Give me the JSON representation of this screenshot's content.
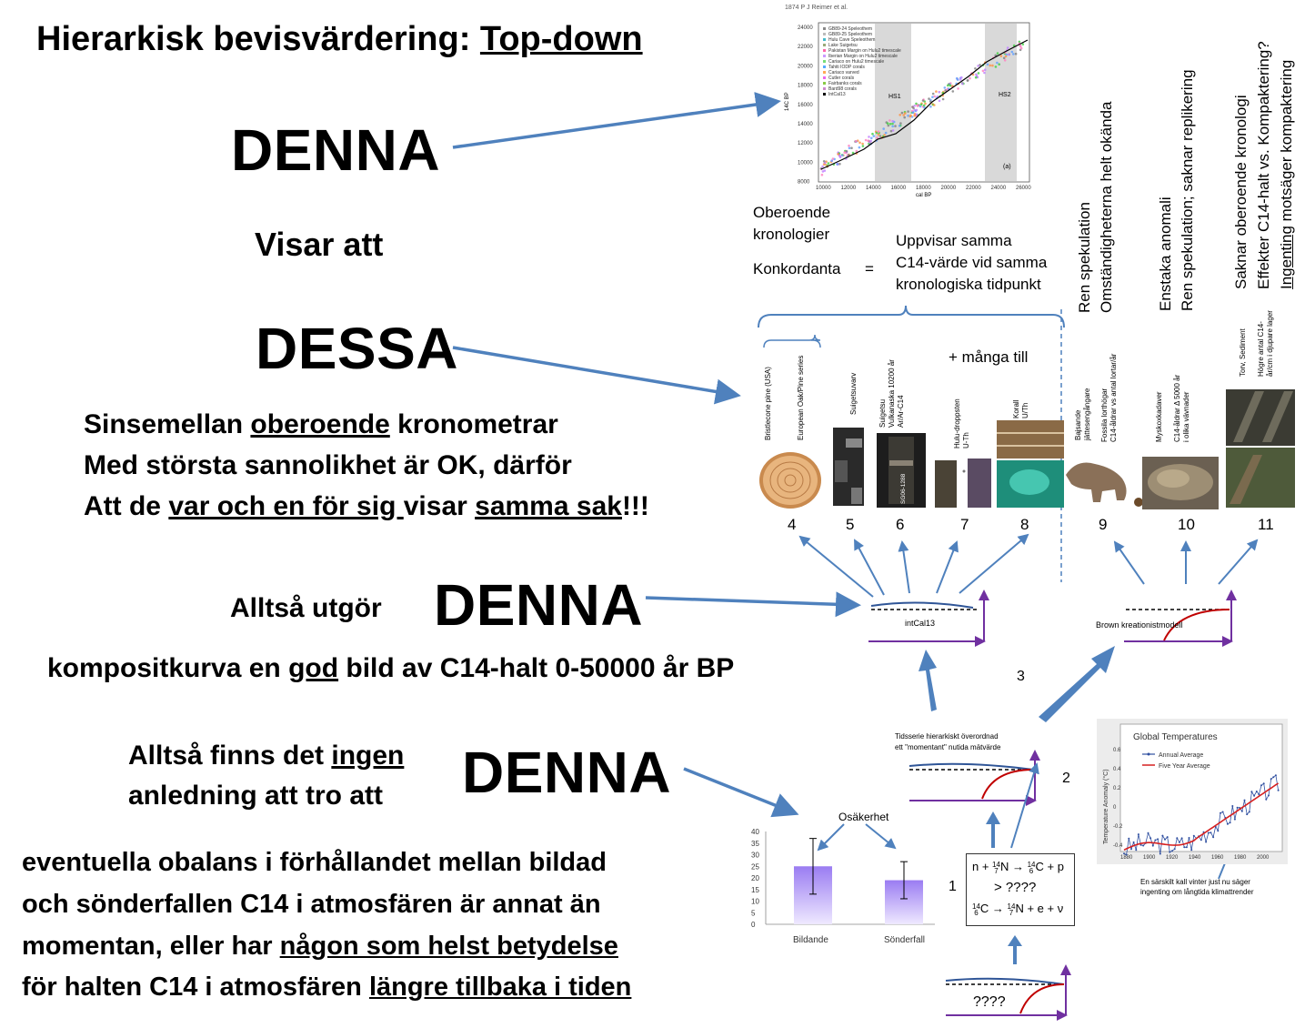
{
  "heading": {
    "prefix": "Hierarkisk bevisvärdering: ",
    "underlined": "Top-down"
  },
  "left": {
    "denna1": "DENNA",
    "visar_att": "Visar att",
    "dessa": "DESSA",
    "line1": {
      "a": "Sinsemellan ",
      "b": "oberoende",
      "c": " kronometrar"
    },
    "line2": "Med största sannolikhet är OK, därför",
    "line3": {
      "a": "Att de ",
      "b": "var och en för sig ",
      "c": "visar ",
      "d": "samma sak",
      "e": "!!!"
    },
    "alltsa_utgor": "Alltså utgör",
    "denna2": "DENNA",
    "composite": {
      "a": "kompositkurva en ",
      "b": "god",
      "c": " bild av C14-halt 0-50000 år BP"
    },
    "alltsa_finns_1": {
      "a": "Alltså finns det ",
      "b": "ingen"
    },
    "alltsa_finns_2": "anledning att tro att",
    "denna3": "DENNA",
    "bottom1": "eventuella obalans i förhållandet mellan bildad",
    "bottom2": "och sönderfallen C14 i atmosfären är annat än",
    "bottom3": {
      "a": "momentan, eller har ",
      "b": "någon som helst betydelse"
    },
    "bottom4": {
      "a": "för halten C14 i atmosfären ",
      "b": "längre tillbaka i tiden"
    }
  },
  "top_chart": {
    "page_header": "1874      P J Reimer et al.",
    "ylabel": "14C BP",
    "xlabel": "cal BP",
    "yticks": [
      "24000",
      "22000",
      "20000",
      "18000",
      "16000",
      "14000",
      "12000",
      "10000",
      "8000"
    ],
    "xticks": [
      "10000",
      "12000",
      "14000",
      "16000",
      "18000",
      "20000",
      "22000",
      "24000",
      "26000"
    ],
    "bands": [
      "HS1",
      "HS2"
    ],
    "panel": "(a)",
    "legend": [
      "GB89-24 Speleothem",
      "GB89-25 Speleothem",
      "Hulu Cave Speleothem",
      "Lake Suigetsu",
      "Pakistan Margin on Hulu2 timescale",
      "Iberian Margin on Hulu2 timescale",
      "Cariaco on Hulu2 timescale",
      "Tahiti IODP corals",
      "Cariaco varved",
      "Cutler corals",
      "Fairbanks corals",
      "Bard98 corals",
      "IntCal13"
    ]
  },
  "concordance": {
    "ind1": "Oberoende",
    "ind2": "kronologier",
    "konk": "Konkordanta",
    "eq": "=",
    "r1": "Uppvisar samma",
    "r2": "C14-värde vid samma",
    "r3": "kronologiska tidpunkt"
  },
  "more": "+ många till",
  "items_labels": {
    "bristlecone": "Bristlecone pine (USA)",
    "european": "European Oak/Pine series",
    "suigetsu_varv": "Suigetsuvarv",
    "suigetsu_volc_1": "Suigetsu",
    "suigetsu_volc_2": "Vulkanaska 10200 år",
    "suigetsu_volc_3": "Ar/Ar-C14",
    "hulu_1": "Hulu-droppsten",
    "hulu_2": "U-Th",
    "korall_1": "Korall",
    "korall_2": "U/Th",
    "bajsande_1": "Bajsande",
    "bajsande_2": "jättesengångare",
    "fossila_1": "Fossila lorthögar",
    "fossila_2": "C14-åldrar vs antal lortar/år",
    "myskoxe": "Myskoxkadaver",
    "c14_1": "C14-åldrar Δ 5000 år",
    "c14_2": "i olika vävnader",
    "torv": "Torv, Sediment",
    "hogre_1": "Högre antal C14-",
    "hogre_2": "år/cm i djupare lager"
  },
  "numbers": [
    "4",
    "5",
    "6",
    "7",
    "8",
    "9",
    "10",
    "11"
  ],
  "right_heads": {
    "ren1": "Ren spekulation",
    "omst": "Omständigheterna  helt okända",
    "enst": "Enstaka anomali",
    "ren2": "Ren spekulation; saknar replikering",
    "sakn": "Saknar oberoende kronologi",
    "eff": "Effekter C14-halt vs. Kompaktering?",
    "ing_a": "Ingenting",
    "ing_b": " motsäger kompaktering"
  },
  "core_label": "SG06-1288",
  "intcal_label": "intCal13",
  "brown_label": "Brown kreationistmodell",
  "num3": "3",
  "num2": "2",
  "num1": "1",
  "tidsserie_1": "Tidsserie hierarkiskt överordnad",
  "tidsserie_2": "ett \"momentant\" nutida mätvärde",
  "eq_box": {
    "l1a": "n + ",
    "l1b": "N → ",
    "l1c": "C + p",
    "l2": "> ????",
    "l3a": "C → ",
    "l3b": "N + e",
    "l3c": " + ν",
    "m14": "14",
    "m7": "7",
    "m6": "6"
  },
  "qmarks": "????",
  "uncert": {
    "title": "Osäkerhet",
    "yticks": [
      "40",
      "35",
      "30",
      "25",
      "20",
      "15",
      "10",
      "5",
      "0"
    ],
    "categories": [
      "Bildande",
      "Sönderfall"
    ],
    "values": [
      25,
      19
    ],
    "err": [
      12,
      8
    ],
    "ylim": [
      0,
      40
    ]
  },
  "global_temp": {
    "title": "Global Temperatures",
    "ylabel": "Temperature Anomaly (°C)",
    "legend": [
      "Annual Average",
      "Five Year Average"
    ],
    "yticks": [
      "0.6",
      "0.4",
      "0.2",
      "0",
      "-0.2",
      "-0.4"
    ],
    "xticks": [
      "1880",
      "1900",
      "1920",
      "1940",
      "1960",
      "1980",
      "2000"
    ]
  },
  "note_1": "En särskilt kall vinter just nu säger",
  "note_2": "ingenting om långtida klimattrender",
  "chart_data": {
    "type": "bar",
    "title": "Osäkerhet",
    "categories": [
      "Bildande",
      "Sönderfall"
    ],
    "values": [
      25,
      19
    ],
    "ylim": [
      0,
      40
    ]
  },
  "colors": {
    "arrow": "#4f81bd",
    "purple": "#7030a0",
    "red": "#c00000",
    "bar": "#a98ef0"
  }
}
